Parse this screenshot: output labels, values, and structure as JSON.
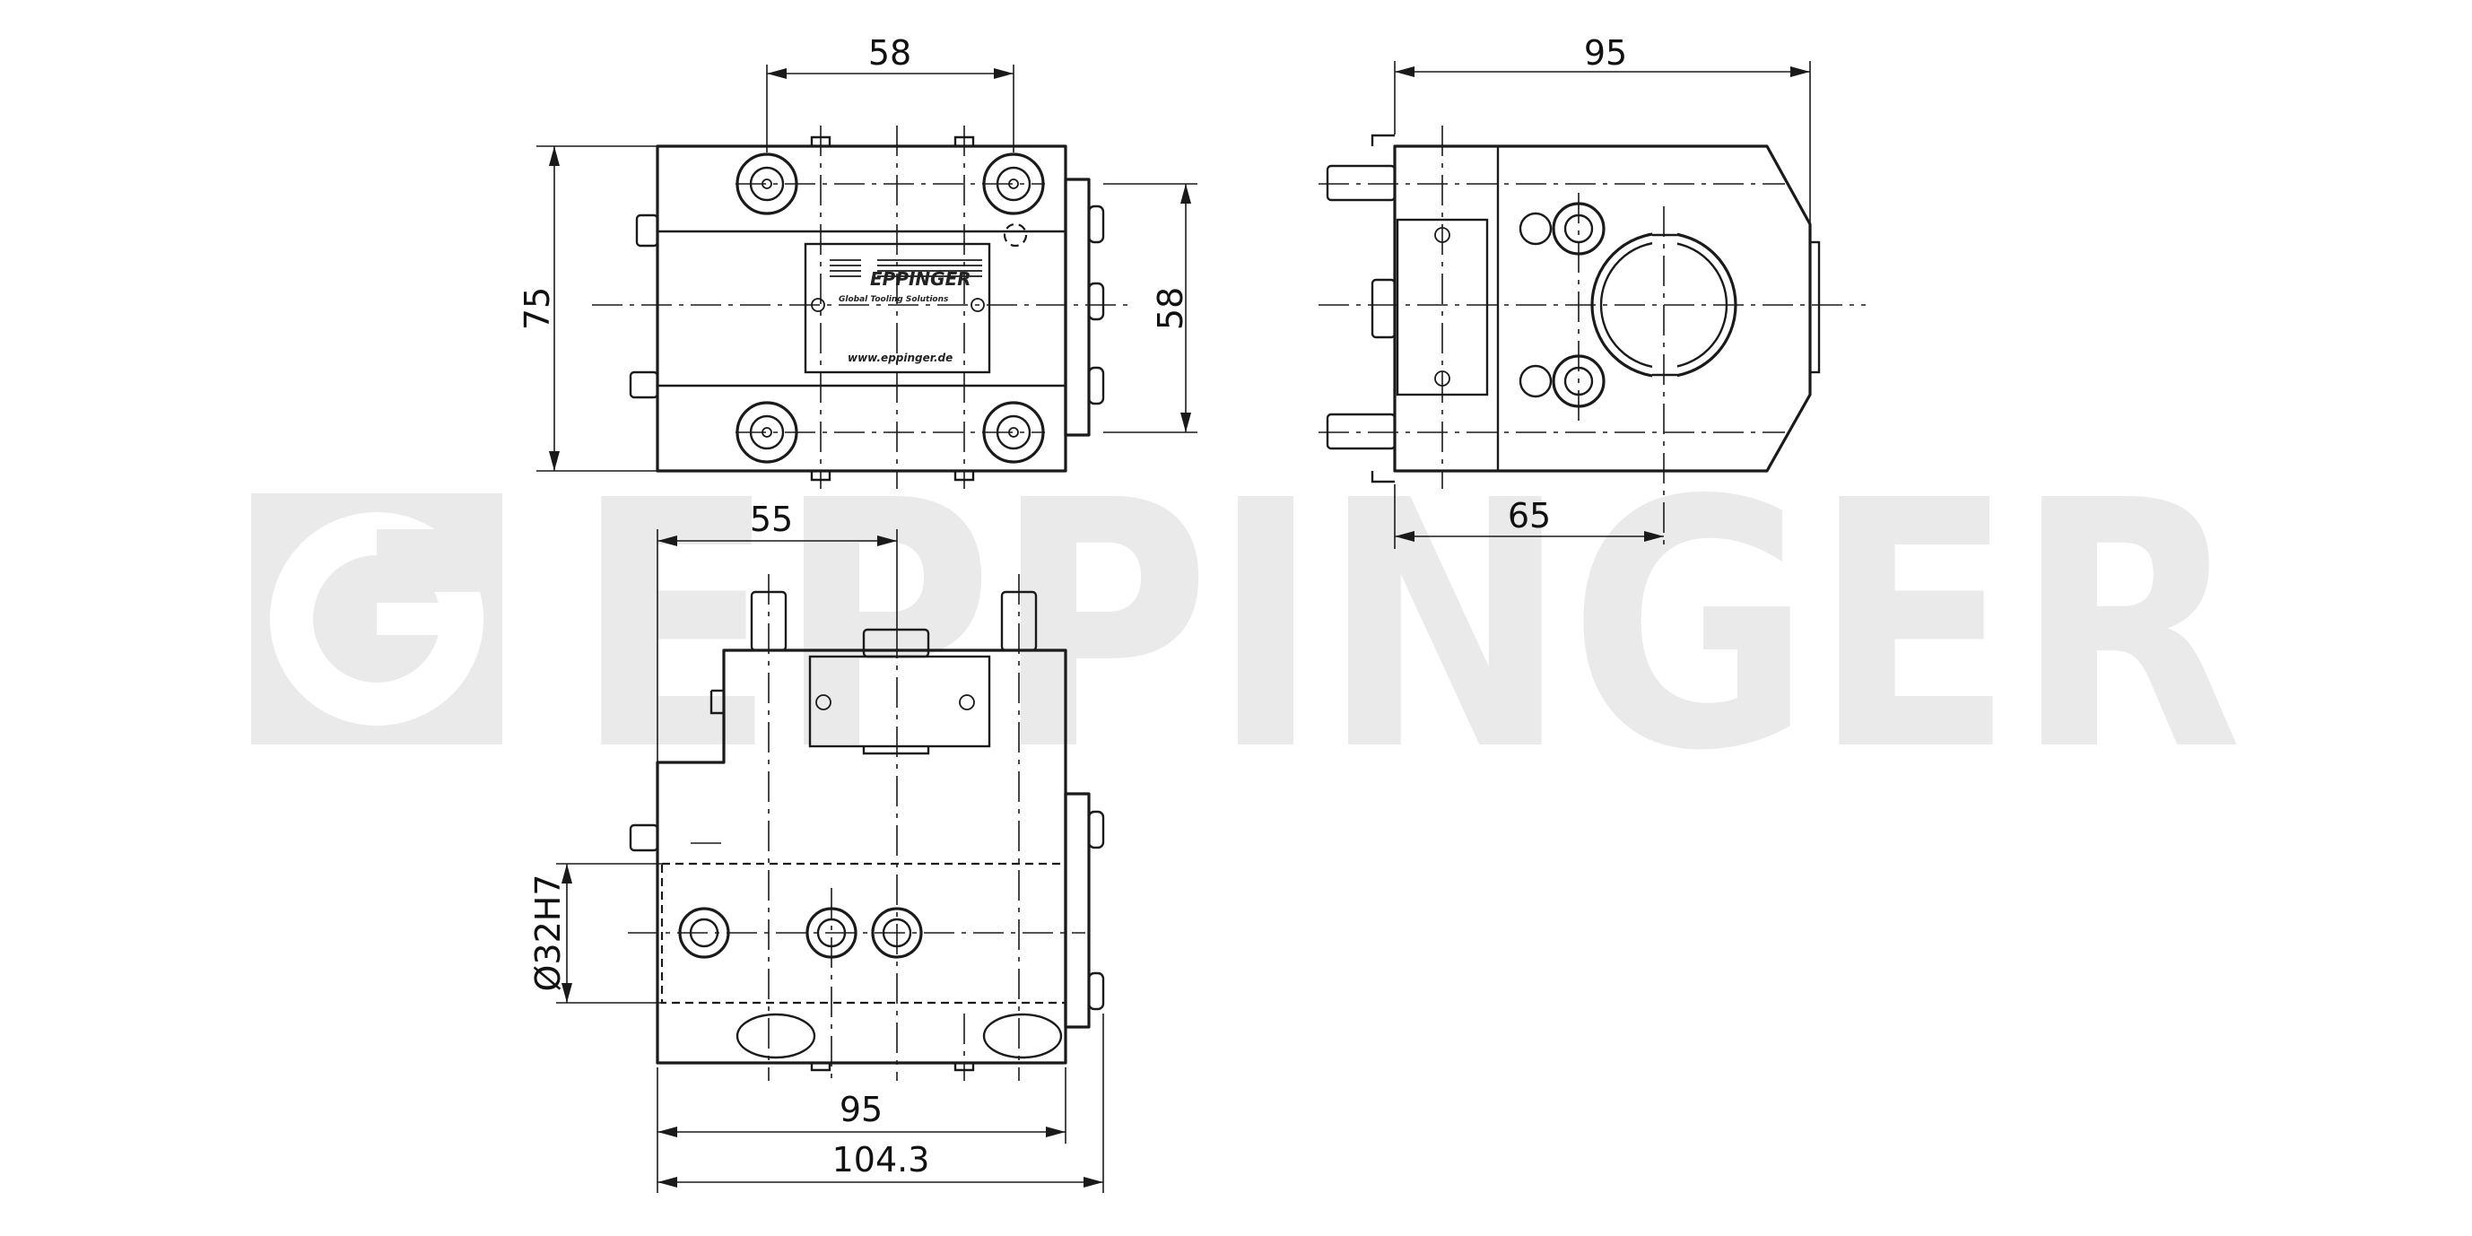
{
  "watermark": {
    "text": "EPPINGER"
  },
  "nameplate": {
    "brand": "EPPINGER",
    "tagline": "Global Tooling Solutions",
    "url": "www.eppinger.de"
  },
  "dimensions": {
    "top_width": "58",
    "top_height": "75",
    "top_inner_height": "58",
    "side_width": "95",
    "side_offset": "65",
    "front_partial": "55",
    "bore": "Ø32H7",
    "front_width": "95",
    "front_total": "104.3"
  }
}
